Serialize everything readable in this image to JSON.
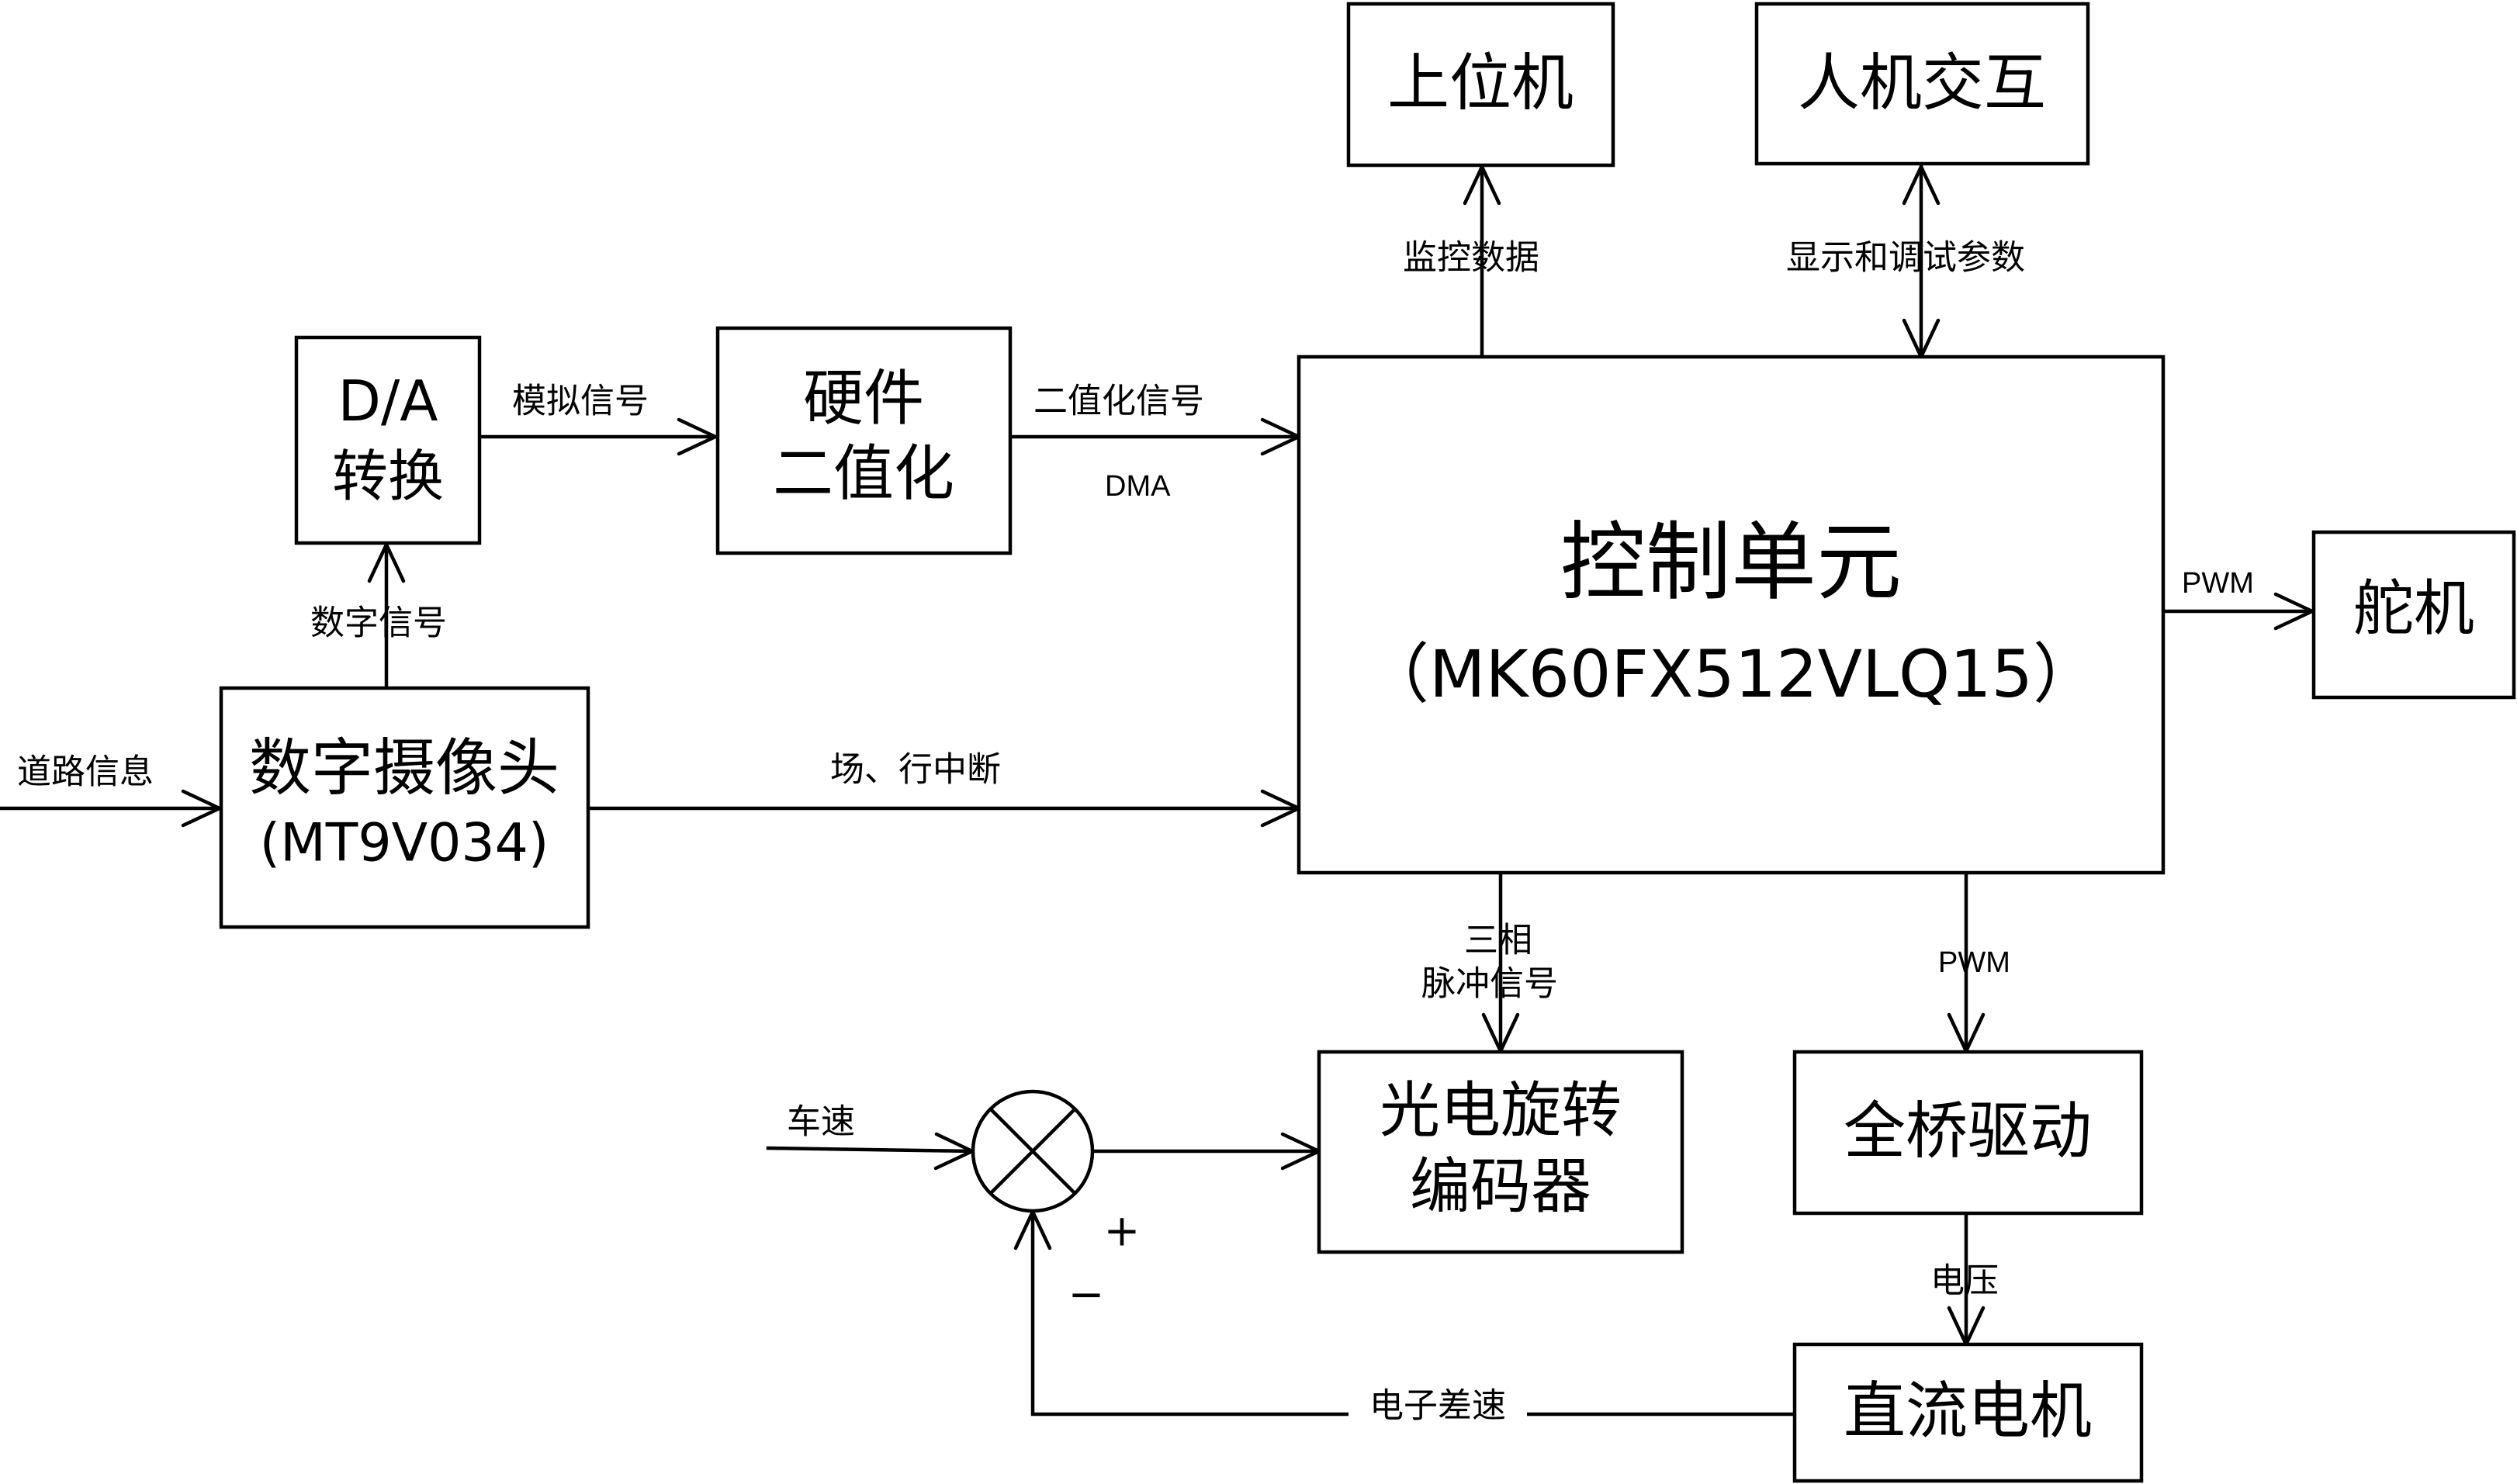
{
  "blocks": {
    "host_pc": "上位机",
    "hmi": "人机交互",
    "da_line1": "D/A",
    "da_line2": "转换",
    "hw_bin_line1": "硬件",
    "hw_bin_line2": "二值化",
    "mcu_line1": "控制单元",
    "mcu_line2": "（MK60FX512VLQ15）",
    "camera_line1": "数字摄像头",
    "camera_line2": "(MT9V034)",
    "servo": "舵机",
    "encoder_line1": "光电旋转",
    "encoder_line2": "编码器",
    "bridge": "全桥驱动",
    "dc_motor": "直流电机"
  },
  "labels": {
    "monitor_data": "监控数据",
    "display_params": "显示和调试参数",
    "analog_signal": "模拟信号",
    "binary_signal": "二值化信号",
    "dma": "DMA",
    "digital_signal": "数字信号",
    "road_info": "道路信息",
    "field_line_irq": "场、行中断",
    "pwm_servo": "PWM",
    "three_phase_line1": "三相",
    "three_phase_line2": "脉冲信号",
    "pwm_bridge": "PWM",
    "vehicle_speed": "车速",
    "plus_sign": "+",
    "minus_sign": "−",
    "voltage": "电压",
    "electronic_differential": "电子差速"
  }
}
